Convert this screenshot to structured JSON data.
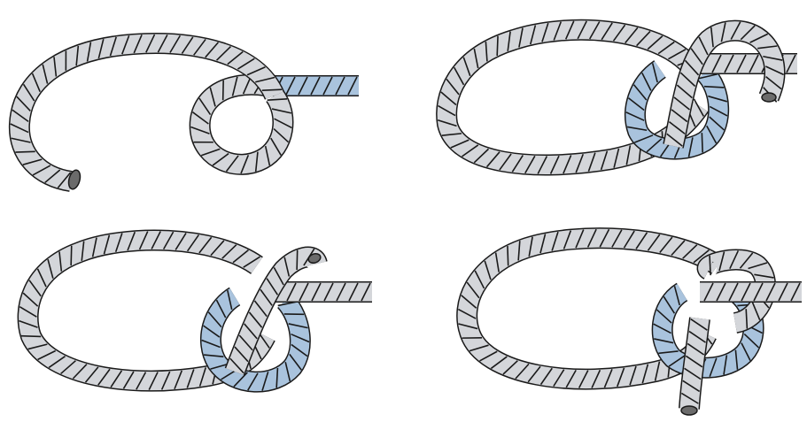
{
  "diagram": {
    "colors": {
      "rope_fill": "#d4d6da",
      "rope_shadow": "#a9c3dd",
      "rope_outline": "#1a1a1a",
      "background": "#ffffff"
    },
    "steps": [
      {
        "id": "step-1"
      },
      {
        "id": "step-2"
      },
      {
        "id": "step-3"
      },
      {
        "id": "step-4"
      }
    ]
  }
}
